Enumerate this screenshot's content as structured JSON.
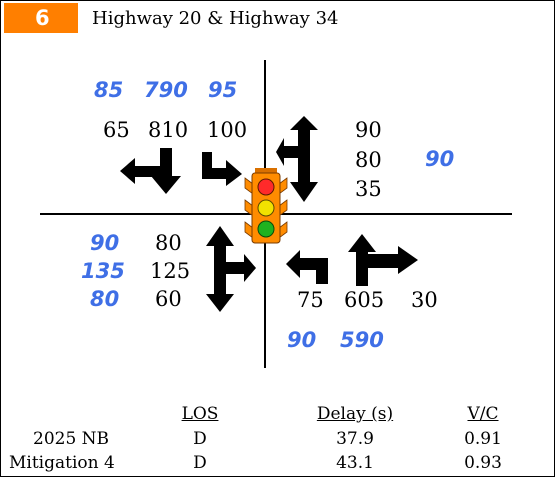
{
  "intersection": {
    "number": "6",
    "name": "Highway 20 & Highway 34"
  },
  "colors": {
    "badge": "#ff7f00",
    "mitigation_text": "#3f6fe6",
    "signal_housing": "#ff8c00",
    "signal_red": "#ff2a2a",
    "signal_yellow": "#f2e200",
    "signal_green": "#1fb21f"
  },
  "icons": [
    "traffic-signal-icon",
    "arrow-icons"
  ],
  "volumes": {
    "southbound": {
      "existing": [
        "65",
        "810",
        "100"
      ],
      "mitigation": [
        "85",
        "790",
        "95"
      ]
    },
    "westbound": {
      "existing": [
        "90",
        "80",
        "35"
      ],
      "mitigation": [
        "90"
      ]
    },
    "eastbound": {
      "existing": [
        "80",
        "125",
        "60"
      ],
      "mitigation": [
        "90",
        "135",
        "80"
      ]
    },
    "northbound": {
      "existing": [
        "75",
        "605",
        "30"
      ],
      "mitigation": [
        "90",
        "590"
      ]
    }
  },
  "results": {
    "headers": [
      "LOS",
      "Delay (s)",
      "V/C"
    ],
    "rows": [
      {
        "scenario": "2025 NB",
        "los": "D",
        "delay": "37.9",
        "vc": "0.91"
      },
      {
        "scenario": "Mitigation 4",
        "los": "D",
        "delay": "43.1",
        "vc": "0.93"
      }
    ]
  }
}
